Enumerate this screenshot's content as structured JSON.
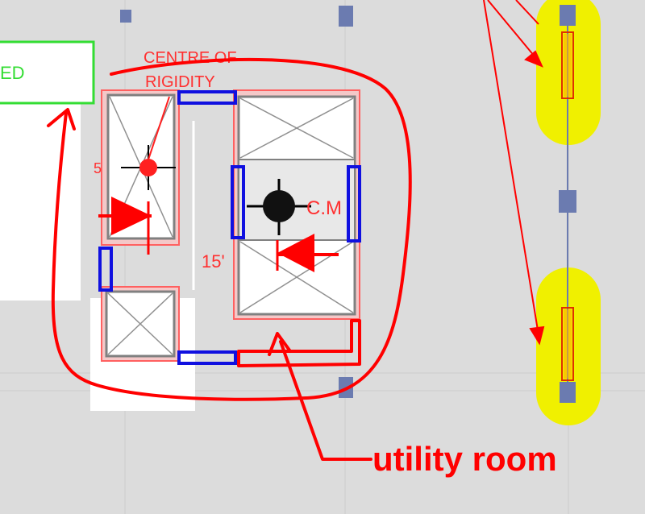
{
  "labels": {
    "green_tag": "ED",
    "centre_of_rigidity_line1": "CENTRE OF",
    "centre_of_rigidity_line2": "RIGIDITY",
    "centre_of_mass": "C.M",
    "dimension": "15'",
    "side_mark": "5",
    "annotation": "utility room"
  },
  "colors": {
    "background": "#dcdcdc",
    "grid": "#cfcfcf",
    "column_marker": "#6b7bb0",
    "markup_red": "#ff0000",
    "wall_blue": "#1010e0",
    "highlight_yellow": "#f0f000",
    "tag_green": "#33dd33"
  },
  "icons": {
    "centre_of_rigidity": "crosshair-icon",
    "centre_of_mass": "centre-of-mass-icon"
  }
}
